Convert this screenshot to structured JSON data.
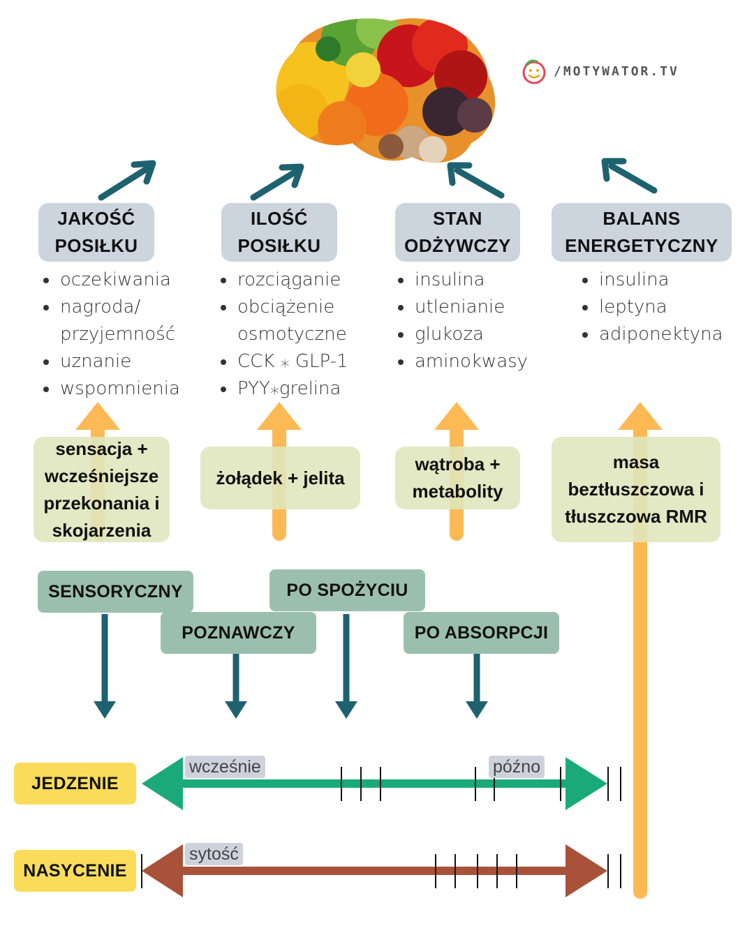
{
  "brand": {
    "logo_text": "/MOTYWATOR.TV"
  },
  "factors": [
    {
      "line1": "JAKOŚĆ",
      "line2": "POSIŁKU",
      "bullets": [
        "oczekiwania",
        "nagroda/",
        "przyjemność",
        "uznanie",
        "wspomnienia"
      ]
    },
    {
      "line1": "ILOŚĆ",
      "line2": "POSIŁKU",
      "bullets": [
        "rozciąganie",
        "obciążenie",
        "osmotyczne",
        "CCK ⁎ GLP-1",
        "PYY⁎grelina"
      ]
    },
    {
      "line1": "STAN",
      "line2": "ODŻYWCZY",
      "bullets": [
        "insulina",
        "utlenianie",
        "glukoza",
        "aminokwasy"
      ]
    },
    {
      "line1": "BALANS",
      "line2": "ENERGETYCZNY",
      "bullets": [
        "insulina",
        "leptyna",
        "adiponektyna"
      ]
    }
  ],
  "sources": [
    {
      "text": "sensacja + wcześniejsze przekonania i skojarzenia"
    },
    {
      "text": "żołądek + jelita"
    },
    {
      "text": "wątroba + metabolity"
    },
    {
      "text": "masa beztłuszczowa i tłuszczowa RMR"
    }
  ],
  "phases": {
    "sensory": "SENSORYCZNY",
    "cognitive": "POZNAWCZY",
    "post_ingestive": "PO SPOŻYCIU",
    "post_absorptive": "PO ABSORPCJI"
  },
  "timeline": {
    "eating_label": "JEDZENIE",
    "satiety_label": "NASYCENIE",
    "early_label": "wcześnie",
    "late_label": "późno",
    "satiety_tag": "sytość"
  },
  "colors": {
    "teal_arrow": "#1e6270",
    "orange_arrow": "#fdb954",
    "green_axis": "#1aaa7a",
    "brown_axis": "#a8523a"
  }
}
